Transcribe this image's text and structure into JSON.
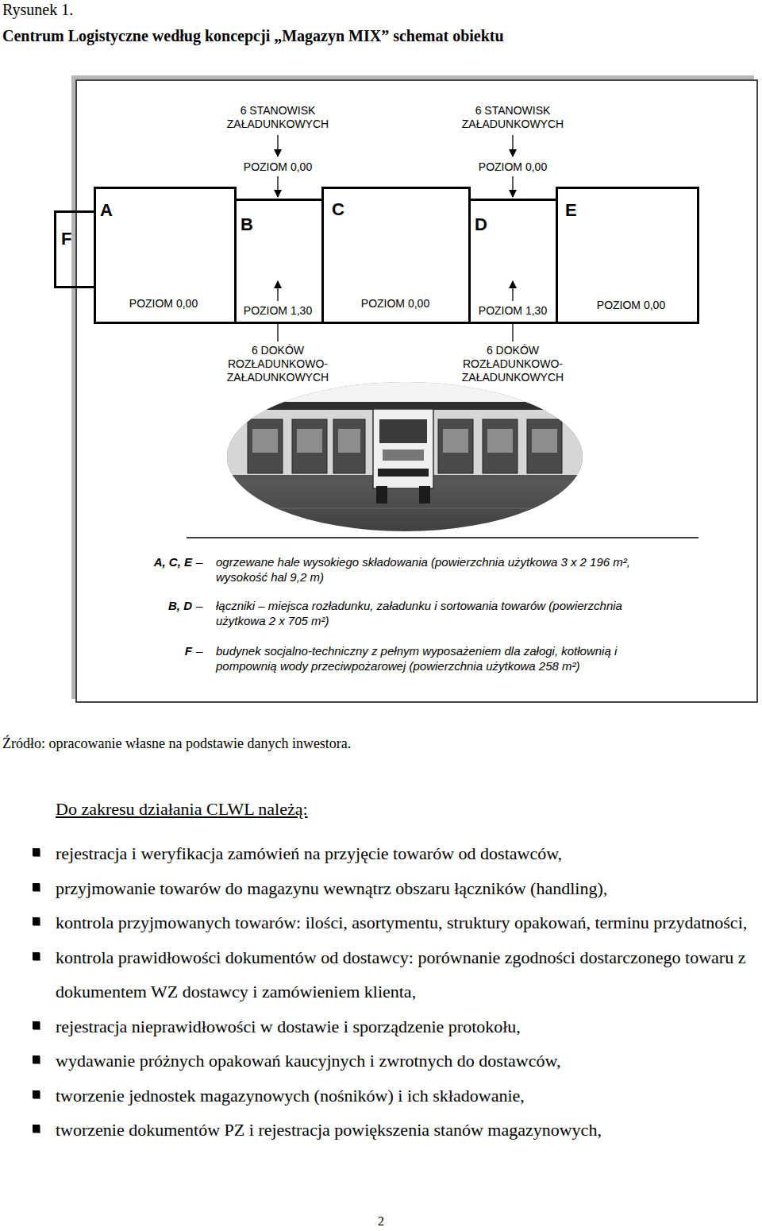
{
  "diagram": {
    "title": "Centrum Logistyczne według koncepcji „Magazyn MIX” schemat obiektu",
    "caption": "Źródło: opracowanie własne na podstawie danych inwestora.",
    "nodes": [
      {
        "text": [
          "A, C, E",
          "–",
          "ogrzewane hale wysokiego składowania (powierzchnia użytkowa 3 x 2 196 m², wysokość hal 9,2 m)",
          "B, D",
          "–",
          "łączniki – miejsca rozładunku, załadunku i sortowania towarów (powierzchnia użytkowa 2 x 705 m²)",
          "F",
          "–",
          "budynek socjalno-techniczny z pełnym wyposażeniem dla załogi, kotłownią i pompownią wody przeciwpożarowej (powierzchnia użytkowa 258 m²)"
        ]
      },
      {
        "text": [
          "F"
        ],
        "in": 0
      },
      {
        "text": [
          "A",
          "POZIOM 0,00"
        ],
        "in": 0
      },
      {
        "text": [
          "B",
          "POZIOM 1,30"
        ],
        "in": 0
      },
      {
        "text": [
          "C",
          "POZIOM 0,00"
        ],
        "in": 0
      },
      {
        "text": [
          "D",
          "POZIOM 1,30"
        ],
        "in": 0
      },
      {
        "text": [
          "E",
          "POZIOM 0,00"
        ],
        "in": 0
      }
    ],
    "labels": [
      "Rysunek 1.",
      "6 STANOWISK ZAŁADUNKOWYCH",
      "6 STANOWISK ZAŁADUNKOWYCH",
      "POZIOM 0,00",
      "POZIOM 0,00",
      "6 DOKÓW ROZŁADUNKOWO- ZAŁADUNKOWYCH",
      "6 DOKÓW ROZŁADUNKOWO- ZAŁADUNKOWYCH",
      "Do zakresu działania CLWL należą:",
      "rejestracja i weryfikacja zamówień na przyjęcie towarów od dostawców,",
      "przyjmowanie towarów do magazynu wewnątrz obszaru łączników (handling),",
      "kontrola przyjmowanych towarów: ilości, asortymentu, struktury opakowań, terminu przydatności,",
      "kontrola prawidłowości dokumentów od dostawcy: porównanie zgodności dostarczonego towaru z dokumentem WZ dostawcy i zamówieniem klienta,",
      "rejestracja nieprawidłowości w dostawie i sporządzenie protokołu,",
      "wydawanie próżnych opakowań kaucyjnych i zwrotnych do dostawców,",
      "tworzenie jednostek magazynowych (nośników) i ich składowanie,",
      "tworzenie dokumentów PZ i rejestracja powiększenia stanów magazynowych,",
      "2"
    ]
  }
}
